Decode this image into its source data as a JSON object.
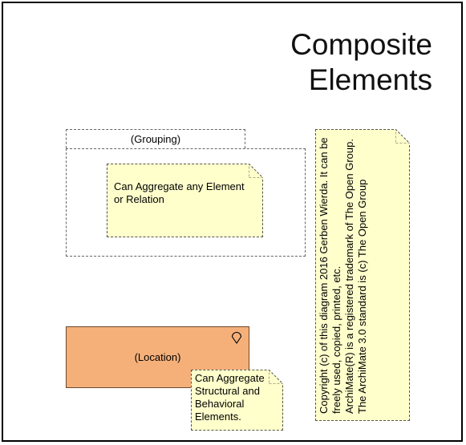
{
  "title": {
    "line1": "Composite",
    "line2": "Elements"
  },
  "grouping": {
    "label": "(Grouping)",
    "note": "Can Aggregate any Element or Relation"
  },
  "location": {
    "label": "(Location)",
    "icon": "location-pin-icon",
    "note": "Can Aggregate Structural and Behavioral Elements."
  },
  "copyright": "Copyright (c) of this diagram 2016 Gerben Wierda. It can be freely used, copied, printed, etc.\nArchiMate(R) is a registered trademark of The Open Group.\nThe ArchiMate 3.0 standard is (c) The Open Group",
  "colors": {
    "note_fill": "#ffffcc",
    "location_fill": "#f5b07a"
  }
}
